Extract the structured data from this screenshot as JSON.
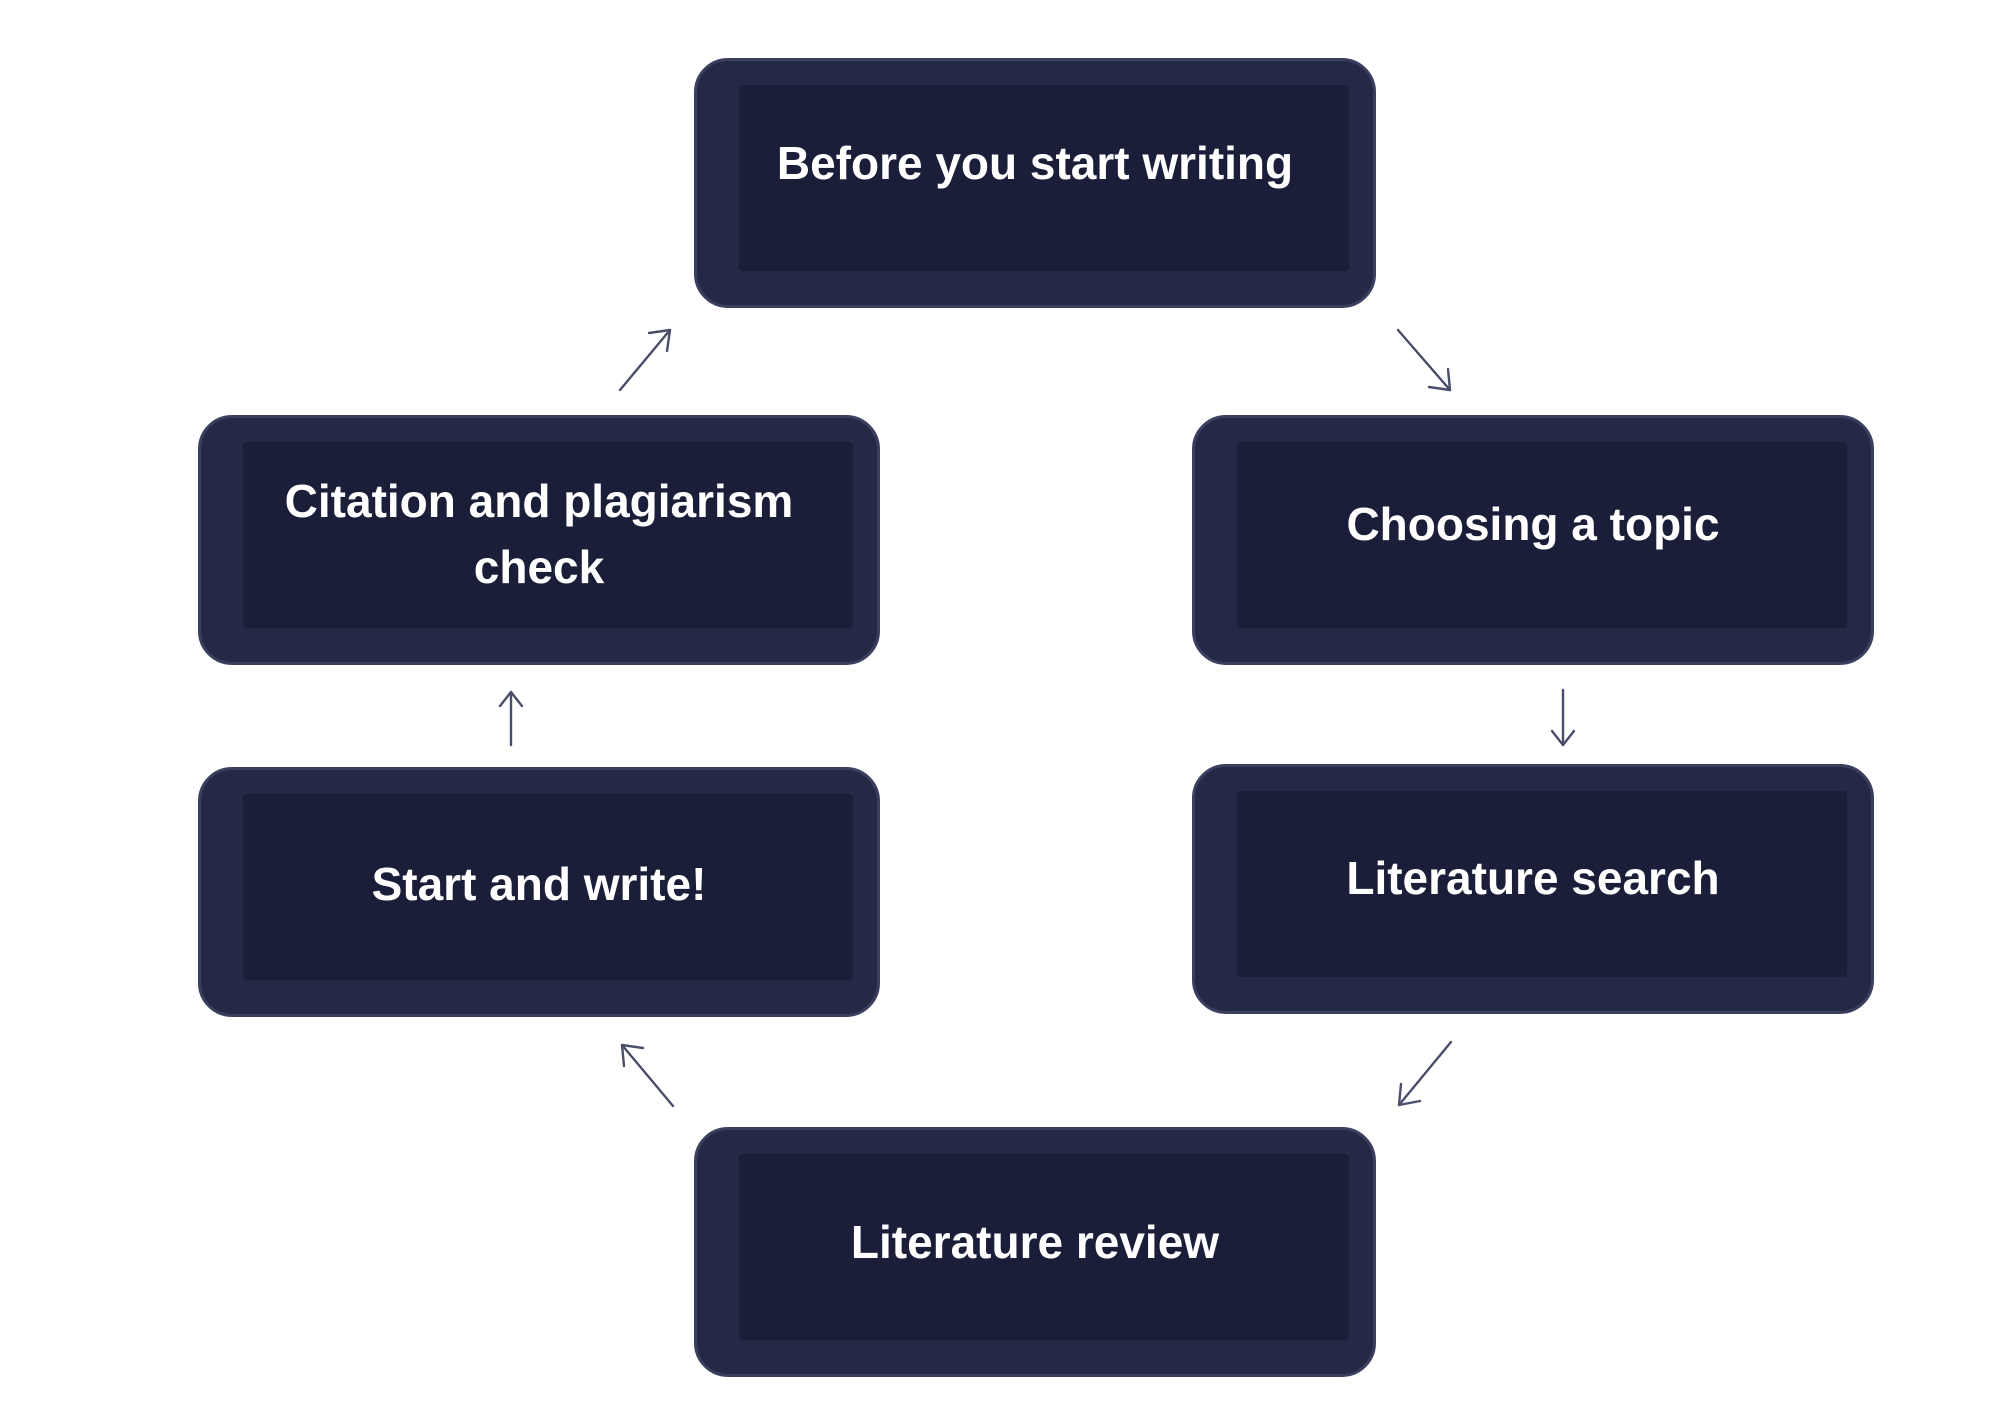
{
  "diagram": {
    "steps": [
      {
        "id": "before",
        "label": "Before you start writing"
      },
      {
        "id": "topic",
        "label": "Choosing a topic"
      },
      {
        "id": "search",
        "label": "Literature search"
      },
      {
        "id": "review",
        "label": "Literature review"
      },
      {
        "id": "write",
        "label": "Start and write!"
      },
      {
        "id": "citation",
        "label": "Citation and plagiarism check"
      }
    ],
    "colors": {
      "box_fill": "#1b1e38",
      "box_border": "#3a3f5f",
      "text": "#ffffff",
      "arrow": "#4a4e6a",
      "background": "#ffffff"
    }
  }
}
